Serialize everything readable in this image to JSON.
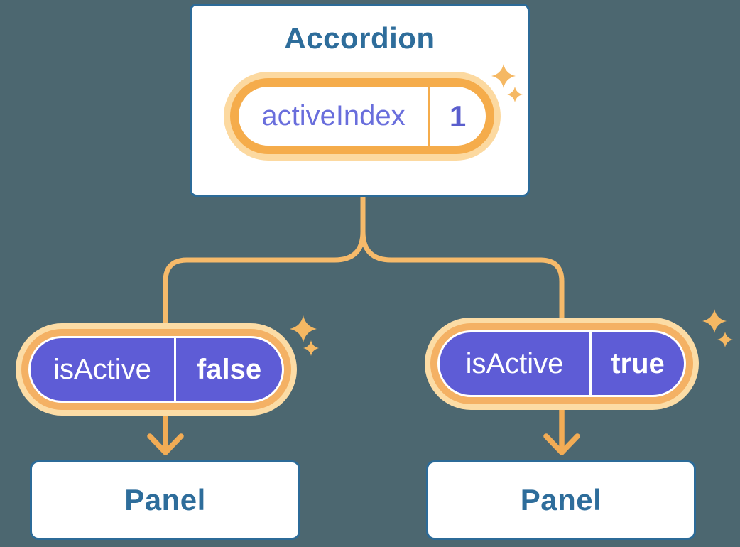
{
  "diagram": {
    "root": {
      "title": "Accordion",
      "state_pill": {
        "label": "activeIndex",
        "value": "1"
      }
    },
    "children": [
      {
        "prop_pill": {
          "label": "isActive",
          "value": "false"
        },
        "panel_label": "Panel"
      },
      {
        "prop_pill": {
          "label": "isActive",
          "value": "true"
        },
        "panel_label": "Panel"
      }
    ]
  },
  "colors": {
    "background": "#4C6770",
    "card_bg": "#FFFFFF",
    "card_border": "#2C6B98",
    "heading_text": "#2E6D9B",
    "connector": "#F6BA6A",
    "arrow": "#F2AC55",
    "pill_purple": "#5E5CD6",
    "pill_ring": "#F4B164",
    "pill_halo": "#FCDCA5",
    "pill_text": "#FFFFFF",
    "state_ring": "#F5AC4B",
    "state_halo": "#FCD9A0",
    "state_label_text": "#696EDC",
    "state_value_text": "#5A5ECD",
    "sparkle": "#F5B863"
  }
}
